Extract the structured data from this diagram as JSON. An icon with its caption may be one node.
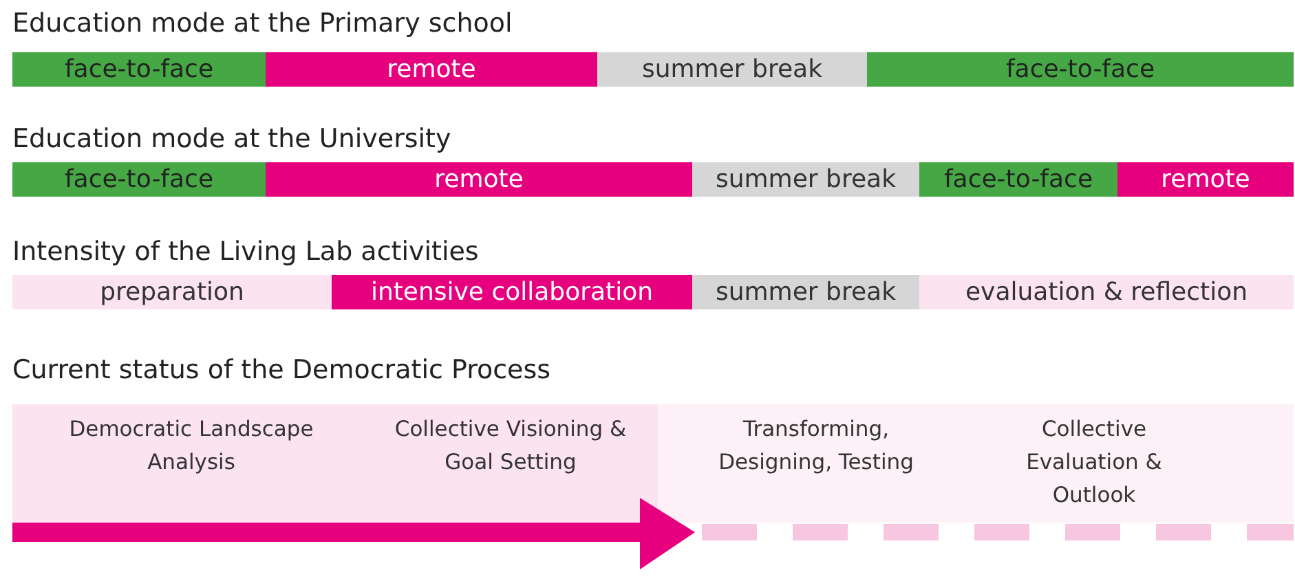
{
  "diagram": {
    "nodes": [
      {
        "text": [
          "face-to-face"
        ]
      },
      {
        "text": [
          "remote"
        ]
      },
      {
        "text": [
          "summer break"
        ]
      },
      {
        "text": [
          "face-to-face"
        ]
      },
      {
        "text": [
          "face-to-face"
        ]
      },
      {
        "text": [
          "remote"
        ]
      },
      {
        "text": [
          "summer break"
        ]
      },
      {
        "text": [
          "face-to-face"
        ]
      },
      {
        "text": [
          "remote"
        ]
      },
      {
        "text": [
          "preparation"
        ]
      },
      {
        "text": [
          "intensive collaboration"
        ]
      },
      {
        "text": [
          "summer break"
        ]
      },
      {
        "text": [
          "evaluation & reflection"
        ]
      },
      {
        "text": [
          "Democratic Landscape Analysis",
          "Collective Visioning & Goal Setting"
        ]
      },
      {
        "text": [
          "Transforming, Designing, Testing",
          "Collective Evaluation & Outlook"
        ]
      }
    ],
    "edges": [],
    "labels": [
      "Education mode at the Primary school",
      "Education mode at the University",
      "Intensity of the Living Lab activities",
      "Current status of the Democratic Process"
    ]
  }
}
